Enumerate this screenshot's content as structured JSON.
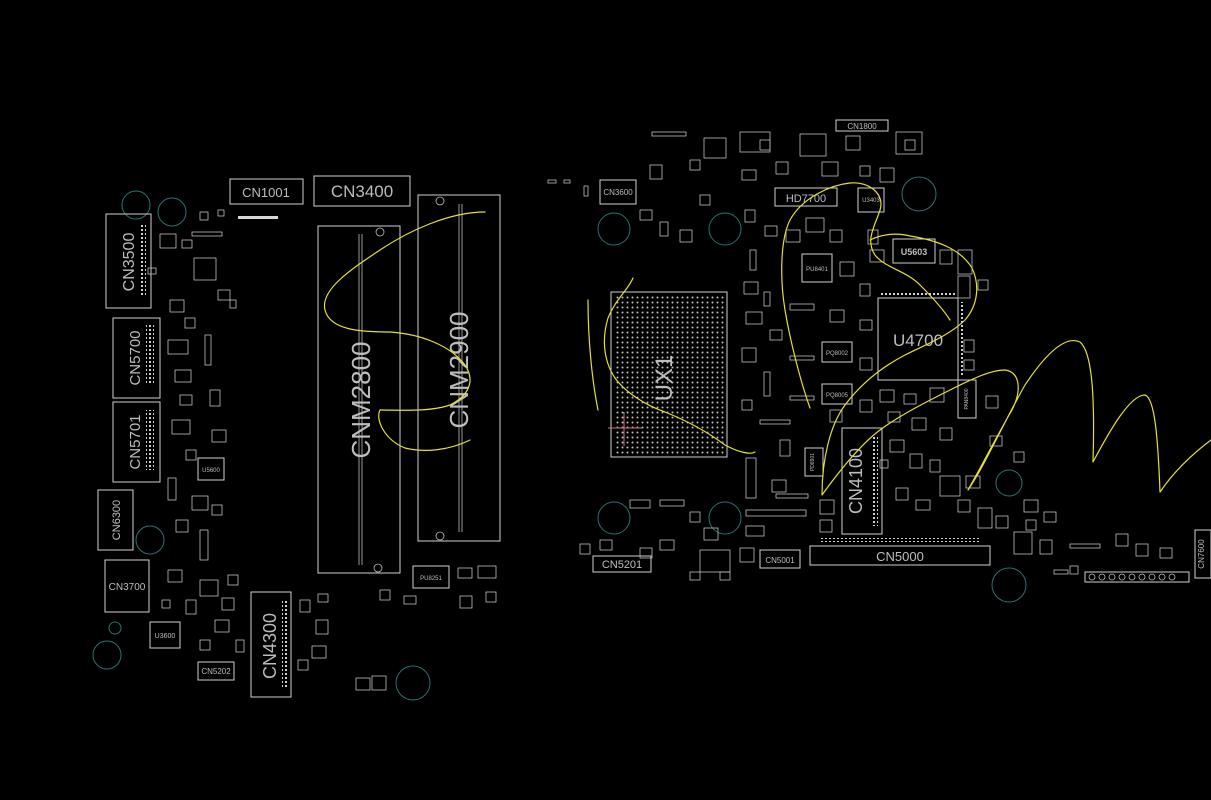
{
  "labels": {
    "cn1001": "CN1001",
    "cn3400": "CN3400",
    "cn3500": "CN3500",
    "cn5700": "CN5700",
    "cn5701": "CN5701",
    "cn6300": "CN6300",
    "cn3700": "CN3700",
    "u3600": "U3600",
    "u5600": "U5600",
    "cn5202": "CN5202",
    "cn4300": "CN4300",
    "cnm2800": "CNM2800",
    "cnm2900": "CNM2900",
    "pu8251": "PU8251",
    "cn3600": "CN3600",
    "ux1": "UX1",
    "cn1800": "CN1800",
    "hd7700": "HD7700",
    "u3403": "U3403",
    "u5603": "U5603",
    "pu8401": "PU8401",
    "pq8002": "PQ8002",
    "pq8005": "PQ8005",
    "u4700": "U4700",
    "pan8400": "PAN8400",
    "pd8901": "PD8901",
    "cn4100": "CN4100",
    "cn5201": "CN5201",
    "cn5001": "CN5001",
    "cn5000": "CN5000",
    "cn7600": "CN7600"
  },
  "colors": {
    "background": "#000000",
    "outline": "#cfcfcf",
    "silkscreen_text": "#bdbdbd",
    "mounting_hole": "#2f6f6f",
    "annotation_ink": "#e3e030"
  },
  "icons": {
    "mounting_hole": "circle-outline",
    "annotation": "freehand-stroke"
  }
}
